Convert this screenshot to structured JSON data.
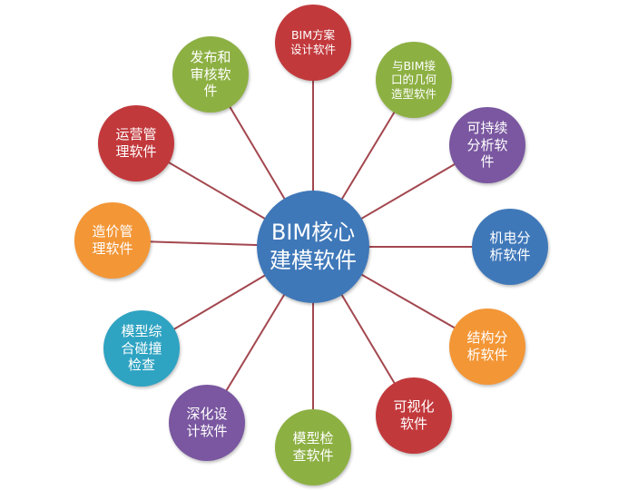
{
  "diagram": {
    "center": {
      "label": "BIM核心建模软件",
      "color": "#3f78b9"
    },
    "connector_color": "#a3474f",
    "nodes": [
      {
        "label": "BIM方案设计软件",
        "color": "#c2393c"
      },
      {
        "label": "与BIM接口的几何造型软件",
        "color": "#8db043"
      },
      {
        "label": "可持续分析软件",
        "color": "#7a57a0"
      },
      {
        "label": "机电分析软件",
        "color": "#3f78b9"
      },
      {
        "label": "结构分析软件",
        "color": "#f39636"
      },
      {
        "label": "可视化软件",
        "color": "#c2393c"
      },
      {
        "label": "模型检查软件",
        "color": "#8db043"
      },
      {
        "label": "深化设计软件",
        "color": "#7a57a0"
      },
      {
        "label": "模型综合碰撞检查",
        "color": "#2fa3c2"
      },
      {
        "label": "造价管理软件",
        "color": "#f39636"
      },
      {
        "label": "运营管理软件",
        "color": "#c2393c"
      },
      {
        "label": "发布和审核软件",
        "color": "#8db043"
      }
    ]
  }
}
